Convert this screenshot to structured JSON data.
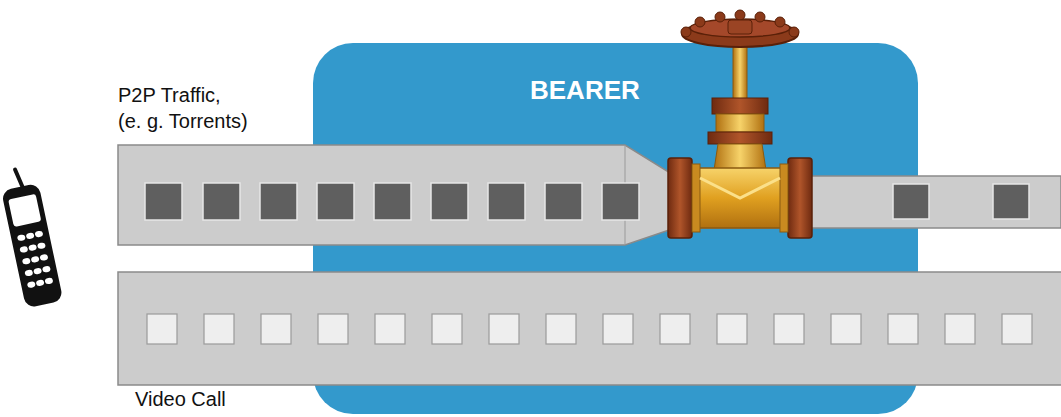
{
  "diagram": {
    "nodes": [
      {
        "text": [
          "BEARER"
        ]
      }
    ],
    "labels": [
      "P2P Traffic, (e. g. Torrents)",
      "Video Call"
    ]
  }
}
